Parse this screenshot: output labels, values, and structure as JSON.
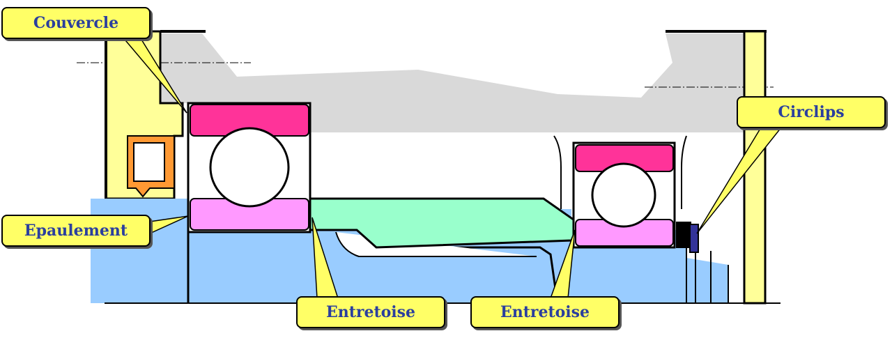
{
  "labels": {
    "couvercle": "Couvercle",
    "epaulement": "Epaulement",
    "entretoise_left": "Entretoise",
    "entretoise_right": "Entretoise",
    "circlips": "Circlips"
  },
  "colors": {
    "shaft": "#99ccff",
    "housing": "#d9d9d9",
    "cover": "#ffff99",
    "seal": "#ff9933",
    "race_outer": "#ff3399",
    "race_inner": "#ff99ff",
    "spacer": "#99ffcc",
    "label_fill": "#ffff66",
    "label_text": "#2b3f9e",
    "circlip": "#333399"
  }
}
